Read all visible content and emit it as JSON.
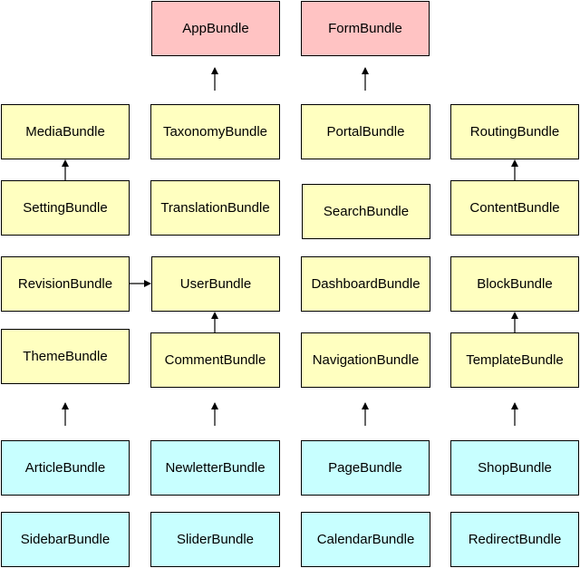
{
  "colors": {
    "app": "#ffc3c3",
    "core": "#ffffc0",
    "feature": "#c8ffff",
    "edge": "#000000"
  },
  "nodes": {
    "app_bundle": "AppBundle",
    "form_bundle": "FormBundle",
    "media_bundle": "MediaBundle",
    "taxonomy_bundle": "TaxonomyBundle",
    "portal_bundle": "PortalBundle",
    "routing_bundle": "RoutingBundle",
    "setting_bundle": "SettingBundle",
    "translation_bundle": "TranslationBundle",
    "search_bundle": "SearchBundle",
    "content_bundle": "ContentBundle",
    "revision_bundle": "RevisionBundle",
    "user_bundle": "UserBundle",
    "dashboard_bundle": "DashboardBundle",
    "block_bundle": "BlockBundle",
    "theme_bundle": "ThemeBundle",
    "comment_bundle": "CommentBundle",
    "navigation_bundle": "NavigationBundle",
    "template_bundle": "TemplateBundle",
    "article_bundle": "ArticleBundle",
    "newletter_bundle": "NewletterBundle",
    "page_bundle": "PageBundle",
    "shop_bundle": "ShopBundle",
    "sidebar_bundle": "SidebarBundle",
    "slider_bundle": "SliderBundle",
    "calendar_bundle": "CalendarBundle",
    "redirect_bundle": "RedirectBundle"
  },
  "edges": [
    {
      "from": "setting_bundle",
      "to": "media_bundle"
    },
    {
      "from": "content_bundle",
      "to": "routing_bundle"
    },
    {
      "from": "revision_bundle",
      "to": "user_bundle"
    },
    {
      "from": "comment_bundle",
      "to": "user_bundle"
    },
    {
      "from": "template_bundle",
      "to": "block_bundle"
    }
  ]
}
